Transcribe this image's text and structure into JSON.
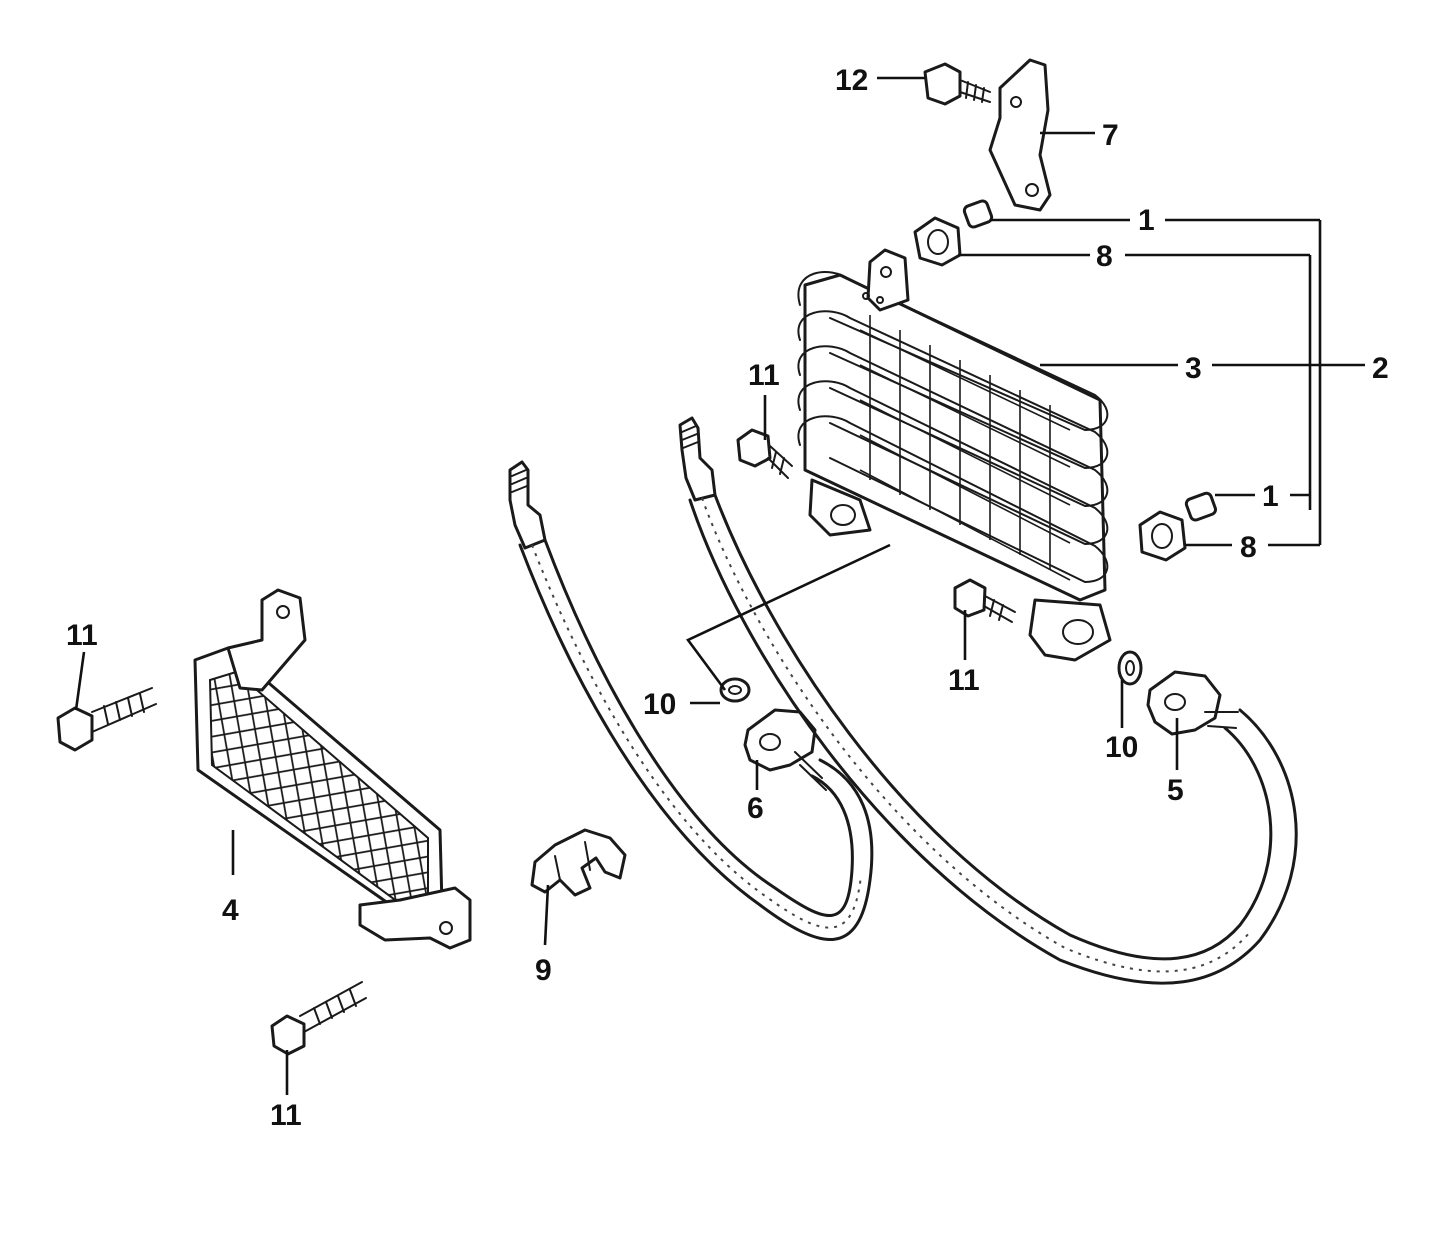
{
  "callouts": {
    "c1a": "1",
    "c1b": "1",
    "c2": "2",
    "c3": "3",
    "c4": "4",
    "c5": "5",
    "c6": "6",
    "c7": "7",
    "c8a": "8",
    "c8b": "8",
    "c9": "9",
    "c10a": "10",
    "c10b": "10",
    "c11a": "11",
    "c11b": "11",
    "c11c": "11",
    "c11d": "11",
    "c12": "12"
  },
  "colors": {
    "ink": "#1a1a1a",
    "paper": "#ffffff"
  }
}
